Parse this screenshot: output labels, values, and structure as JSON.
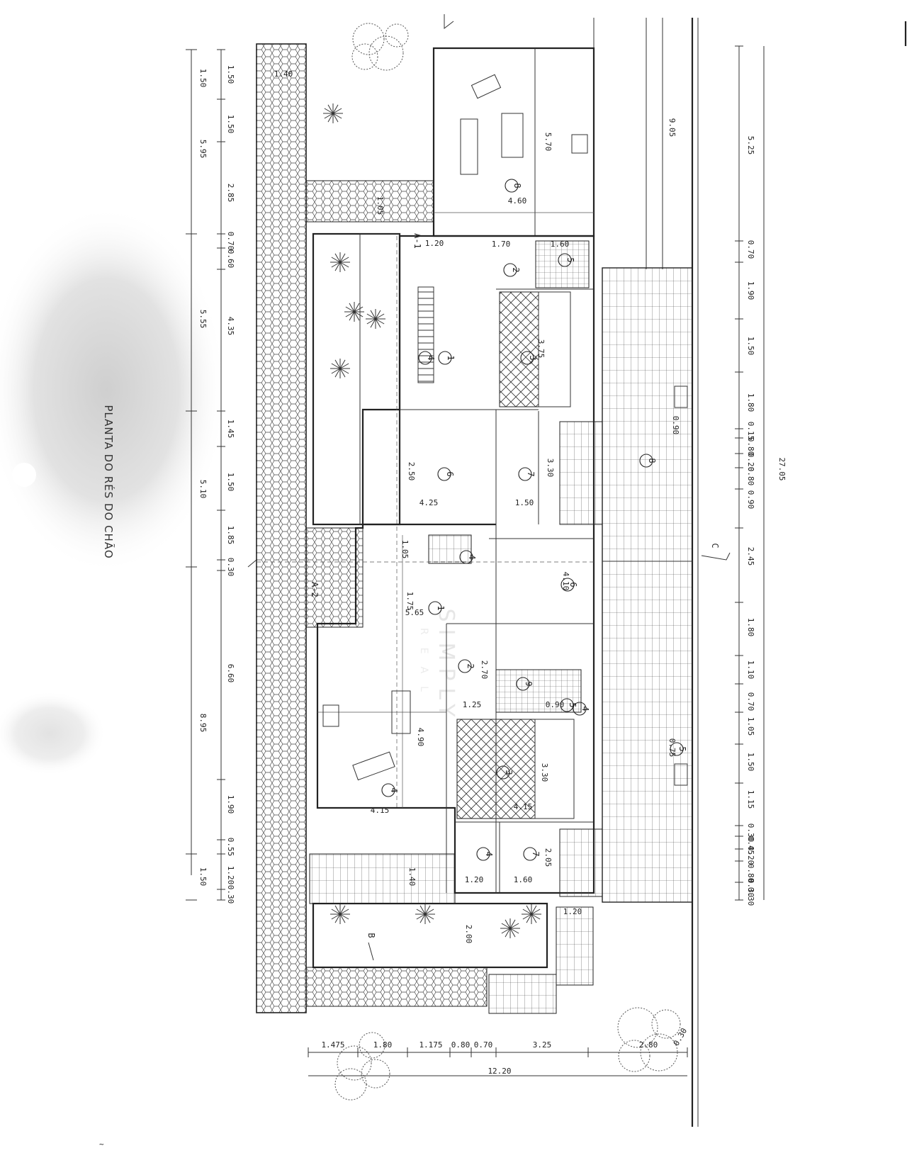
{
  "title": "PLANTA DO RÉS DO CHÃO",
  "watermark": {
    "line1": "SIMPLY",
    "line2": "REAL"
  },
  "section_markers": [
    "A-1",
    "A-2",
    "B",
    "C"
  ],
  "left_dims_outer": [
    "1.50",
    "5.95",
    "5.55",
    "5.10",
    "8.95",
    "1.50"
  ],
  "left_dims_inner": [
    "1.50",
    "1.50",
    "2.85",
    "0.70",
    "0.60",
    "4.35",
    "1.45",
    "1.50",
    "1.85",
    "0.30",
    "6.60",
    "1.90",
    "0.55",
    "1.20",
    "0.30"
  ],
  "right_dims": [
    "5.25",
    "0.70",
    "1.90",
    "1.50",
    "1.80",
    "0.15",
    "0.80",
    "0.20",
    "0.80",
    "0.90",
    "2.45",
    "1.80",
    "1.10",
    "0.70",
    "1.05",
    "1.50",
    "1.15",
    "0.30",
    "0.45",
    "0.20",
    "0.80",
    "0.30",
    "0.30"
  ],
  "right_total": "27.05",
  "outer_right_dim": "9.05",
  "bottom_dims": [
    "1.475",
    "1.80",
    "1.175",
    "0.80",
    "0.70",
    "3.25",
    "2.80"
  ],
  "bottom_total": "12.20",
  "bottom_corner": "0.30",
  "room_dims": {
    "top_strip": "1.40",
    "garden_strip": "1.05",
    "room8_w": "4.60",
    "room8_h": "5.70",
    "d120": "1.20",
    "d170": "1.70",
    "d160_top": "1.60",
    "kitchen1": "3.75",
    "room6_w": "4.25",
    "room6_h": "2.50",
    "room7_w": "1.50",
    "room7_h": "3.30",
    "terrace_w": "0.90",
    "hall_w": "1.05",
    "hall_h": "1.75",
    "hall_len": "5.65",
    "room6b": "4.10",
    "room2_h": "2.70",
    "room2_w": "1.25",
    "bath_w": "0.90",
    "living_h": "4.90",
    "living_w": "4.15",
    "kitchen2_w": "4.15",
    "kitchen2_h": "3.30",
    "room7b_w": "1.20",
    "room4b_w": "1.60",
    "room4b_h": "2.05",
    "front_w": "1.20",
    "front_d": "2.00",
    "porch": "1.40",
    "terrace_r": "0.75"
  },
  "room_numbers": [
    "8",
    "2",
    "5",
    "1",
    "3",
    "4",
    "6",
    "7",
    "6",
    "8",
    "4",
    "1",
    "9",
    "2",
    "5",
    "4",
    "3",
    "4",
    "7",
    "4",
    "5"
  ]
}
